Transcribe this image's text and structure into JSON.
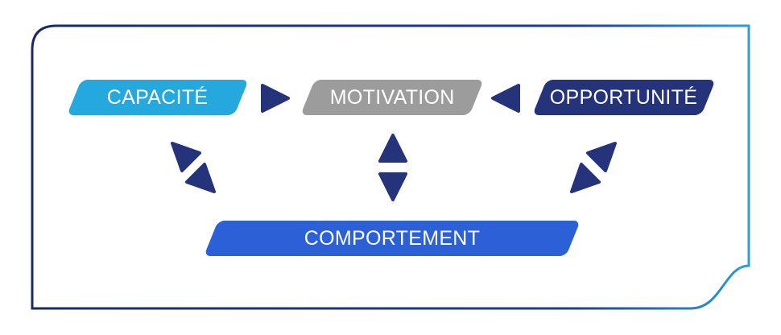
{
  "diagram": {
    "capacite": "CAPACITÉ",
    "motivation": "MOTIVATION",
    "opportunite": "OPPORTUNITÉ",
    "comportement": "COMPORTEMENT"
  },
  "colors": {
    "capacite": "#24a8de",
    "motivation": "#9c9c9c",
    "opportunite": "#24337a",
    "comportement": "#2b60d7",
    "arrow": "#24337a",
    "frame_start": "#1a2a66",
    "frame_end": "#2d9fd8"
  }
}
